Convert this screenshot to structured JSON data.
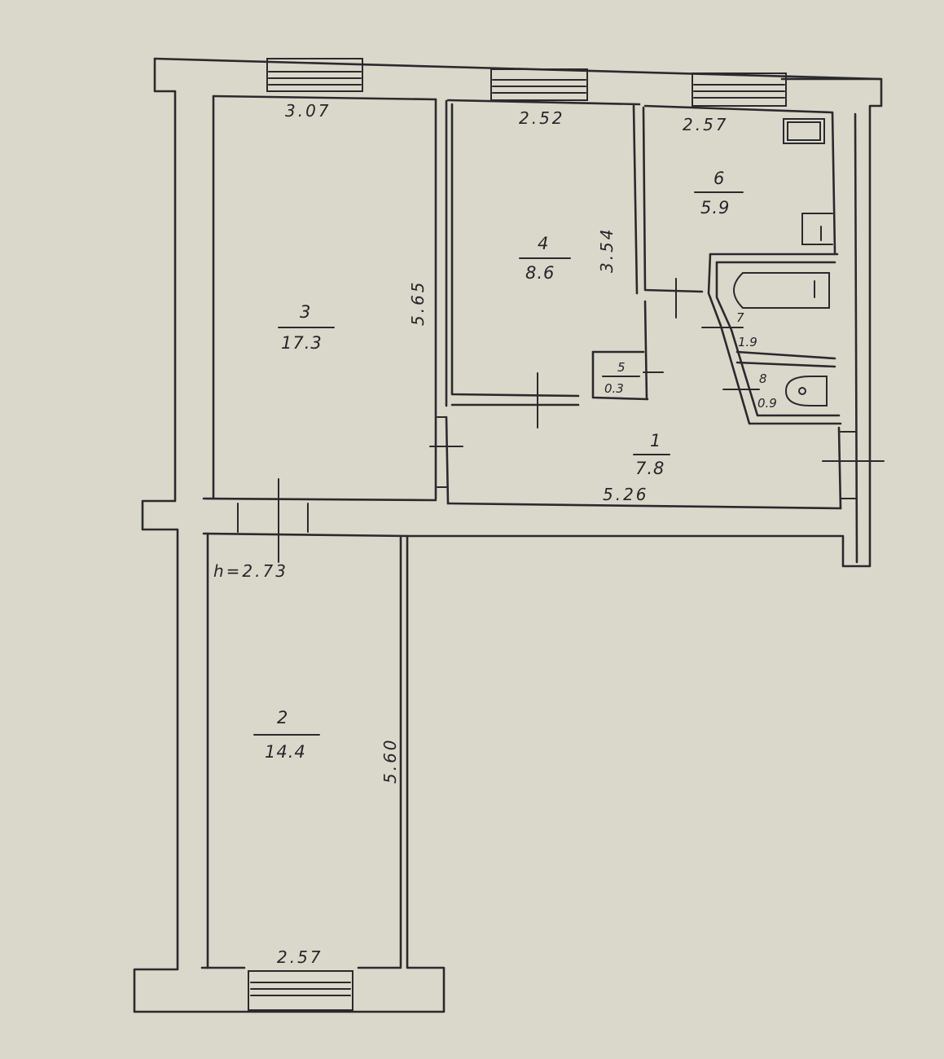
{
  "plan": {
    "rooms": [
      {
        "number": "1",
        "area": "7.8"
      },
      {
        "number": "2",
        "area": "14.4"
      },
      {
        "number": "3",
        "area": "17.3"
      },
      {
        "number": "4",
        "area": "8.6"
      },
      {
        "number": "5",
        "area": "0.3"
      },
      {
        "number": "6",
        "area": "5.9"
      },
      {
        "number": "7",
        "area": "1.9"
      },
      {
        "number": "8",
        "area": "0.9"
      }
    ],
    "dimensions": {
      "room3_width": "3.07",
      "room3_length": "5.65",
      "room4_width": "2.52",
      "room4_length": "3.54",
      "room6_width": "2.57",
      "room1_length": "5.26",
      "room2_length": "5.60",
      "room2_width": "2.57"
    },
    "ceiling_height": "h=2.73"
  }
}
